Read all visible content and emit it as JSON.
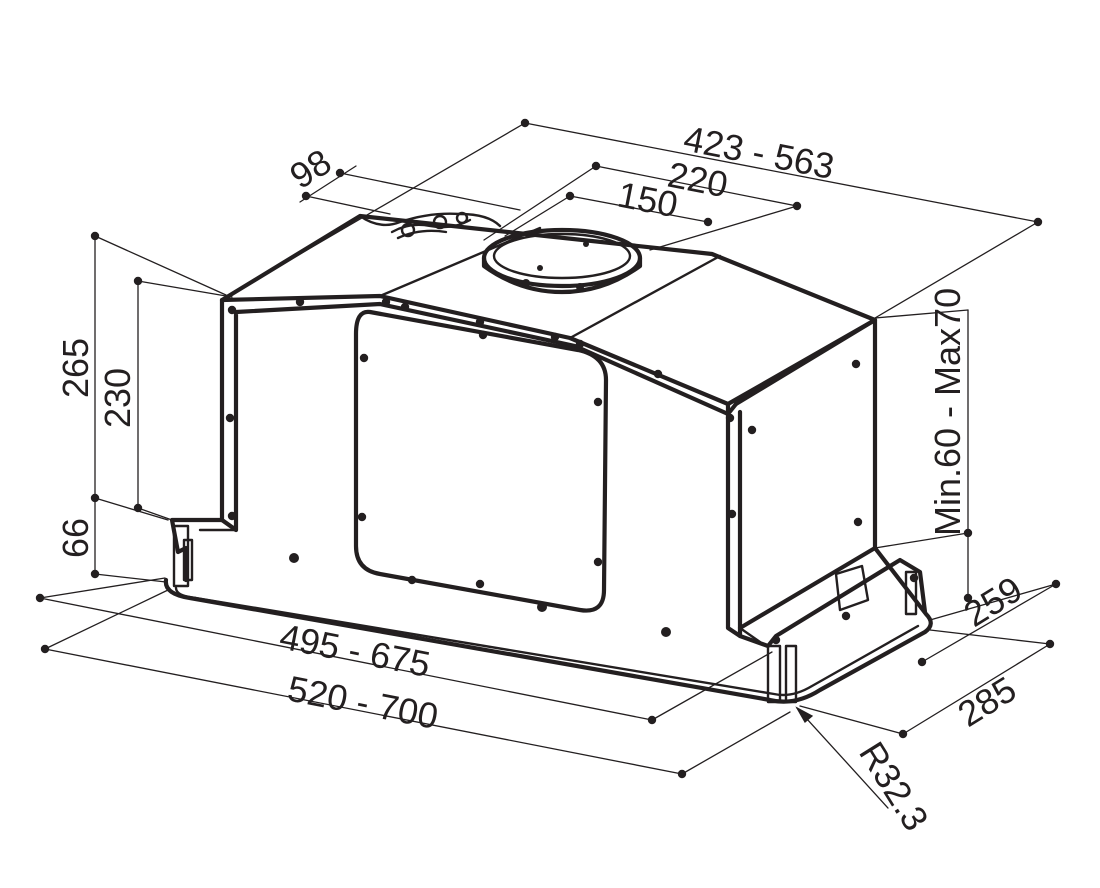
{
  "colors": {
    "ink": "#231f20",
    "background": "#ffffff"
  },
  "dimensions": {
    "width_adjustable": "423 - 563",
    "spigot_offset": "98",
    "spigot_outer": "220",
    "spigot_inner": "150",
    "total_height": "265",
    "body_height": "230",
    "lower_height": "66",
    "height_adjust": "Min.60 - Max70",
    "inner_depth": "259",
    "outer_depth": "285",
    "inner_width": "495 - 675",
    "outer_width": "520 - 700",
    "corner_radius": "R32.3"
  }
}
